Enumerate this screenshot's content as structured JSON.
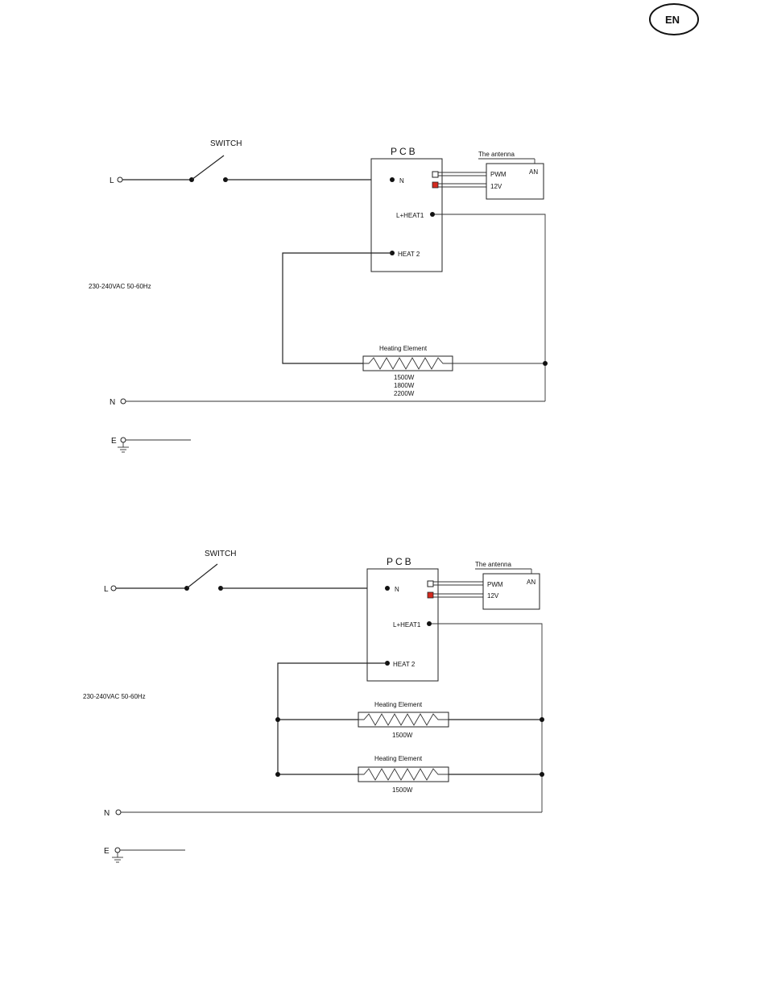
{
  "badge": {
    "label": "EN"
  },
  "diagram1": {
    "switch": "SWITCH",
    "pcb": "PCB",
    "antenna_title": "The antenna",
    "pwm": "PWM",
    "v12": "12V",
    "an": "AN",
    "pcb_n": "N",
    "l_heat1": "L+HEAT1",
    "heat2": "HEAT 2",
    "supply": "230-240VAC 50-60Hz",
    "heating_element": "Heating Element",
    "watts": [
      "1500W",
      "1800W",
      "2200W"
    ],
    "line_l": "L",
    "line_n": "N",
    "line_e": "E"
  },
  "diagram2": {
    "switch": "SWITCH",
    "pcb": "PCB",
    "antenna_title": "The antenna",
    "pwm": "PWM",
    "v12": "12V",
    "an": "AN",
    "pcb_n": "N",
    "l_heat1": "L+HEAT1",
    "heat2": "HEAT 2",
    "supply": "230-240VAC 50-60Hz",
    "heating_element_1": "Heating Element",
    "heating_element_1_watts": "1500W",
    "heating_element_2": "Heating Element",
    "heating_element_2_watts": "1500W",
    "line_l": "L",
    "line_n": "N",
    "line_e": "E"
  },
  "colors": {
    "connector_red": "#d42a1e",
    "wire": "#222222"
  }
}
